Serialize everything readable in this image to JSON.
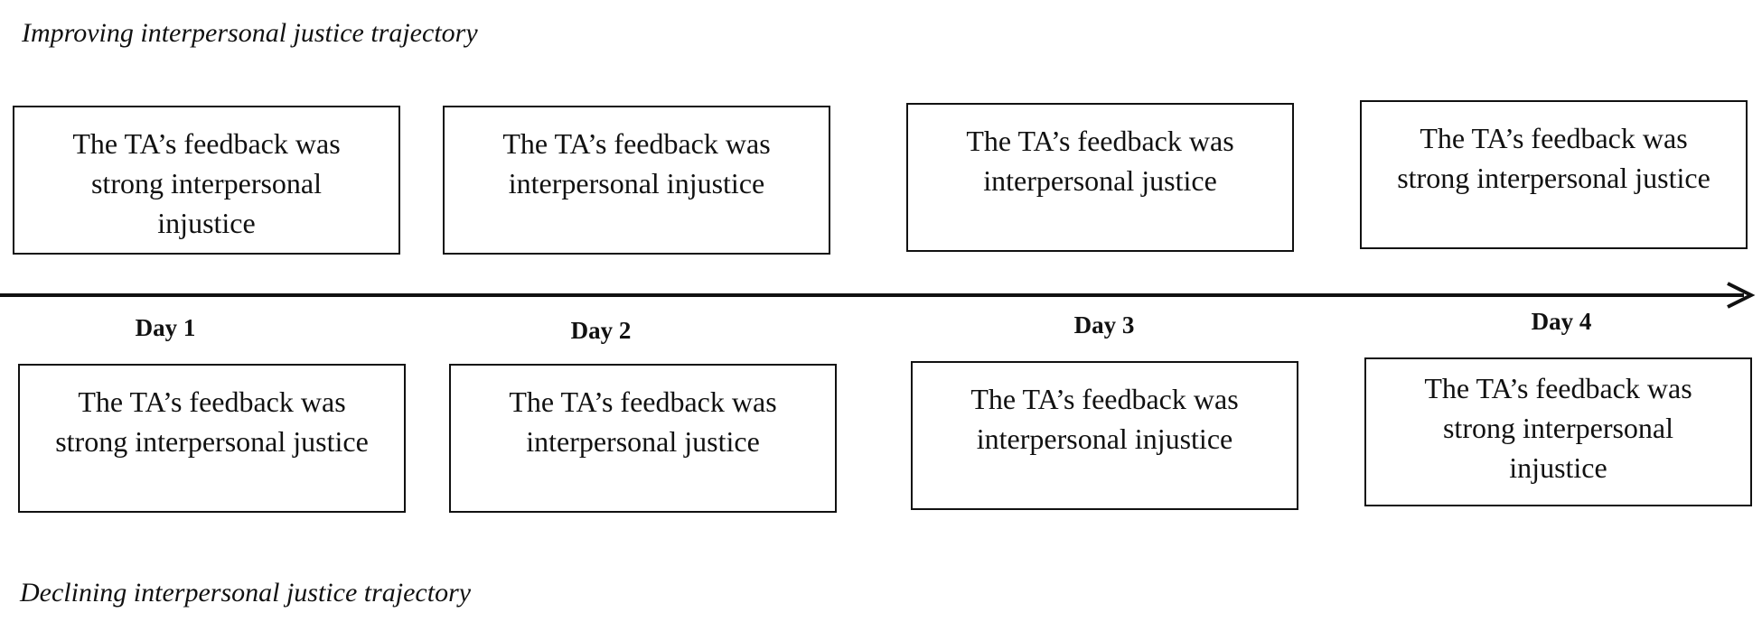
{
  "captions": {
    "improving": "Improving interpersonal justice trajectory",
    "declining": "Declining interpersonal justice trajectory"
  },
  "days": [
    "Day 1",
    "Day 2",
    "Day 3",
    "Day 4"
  ],
  "improving": [
    "The TA’s feedback was\nstrong interpersonal\ninjustice",
    "The TA’s feedback was\ninterpersonal injustice",
    "The TA’s feedback was\ninterpersonal justice",
    "The TA’s feedback was\nstrong interpersonal justice"
  ],
  "declining": [
    "The TA’s feedback was\nstrong interpersonal justice",
    "The TA’s feedback was\ninterpersonal justice",
    "The TA’s feedback was\ninterpersonal injustice",
    "The TA’s feedback was\nstrong interpersonal\ninjustice"
  ]
}
